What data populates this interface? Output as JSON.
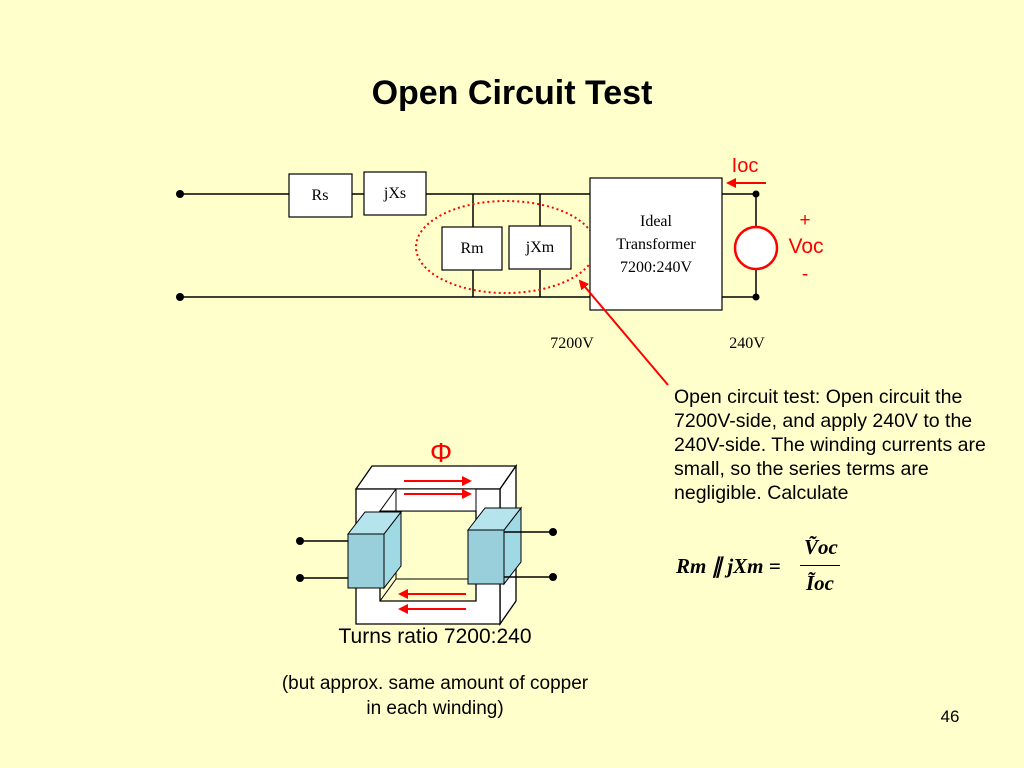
{
  "slide": {
    "title": "Open Circuit Test",
    "page_number": "46"
  },
  "circuit": {
    "rs_label": "Rs",
    "jxs_label": "jXs",
    "rm_label": "Rm",
    "jxm_label": "jXm",
    "transformer_line1": "Ideal",
    "transformer_line2": "Transformer",
    "transformer_line3": "7200:240V",
    "ioc_label": "Ioc",
    "voc_plus": "+",
    "voc_label": "Voc",
    "voc_minus": "-",
    "left_voltage": "7200V",
    "right_voltage": "240V",
    "accent_color": "#ff0000"
  },
  "description": {
    "text": "Open circuit test:  Open circuit the 7200V-side, and apply 240V to the 240V-side.  The winding currents are small, so the series terms are negligible.  Calculate",
    "formula_left": "Rm ∥ jXm =",
    "formula_num": "Ṽoc",
    "formula_den": "Ĩoc"
  },
  "core": {
    "flux_symbol": "Φ",
    "turns_ratio": "Turns ratio 7200:240",
    "note": "(but approx. same amount of copper in each winding)"
  }
}
